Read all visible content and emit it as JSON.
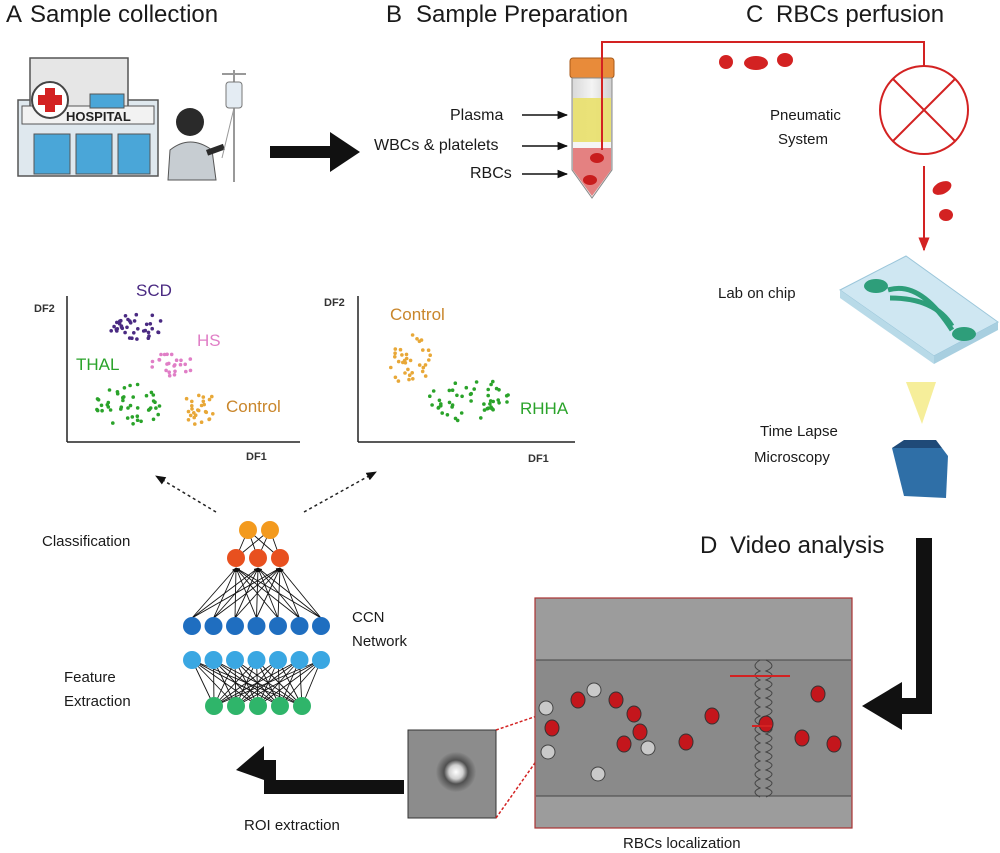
{
  "panels": {
    "a": {
      "letter": "A",
      "title": "Sample collection"
    },
    "b": {
      "letter": "B",
      "title": "Sample Preparation"
    },
    "c": {
      "letter": "C",
      "title": "RBCs  perfusion"
    },
    "d": {
      "letter": "D",
      "title": "Video analysis"
    }
  },
  "hospital_sign": "HOSPITAL",
  "tube_labels": {
    "plasma": "Plasma",
    "wbc": "WBCs & platelets",
    "rbc": "RBCs"
  },
  "perfusion": {
    "pneumatic_line1": "Pneumatic",
    "pneumatic_line2": "System",
    "chip": "Lab on chip",
    "microscopy_line1": "Time Lapse",
    "microscopy_line2": "Microscopy"
  },
  "scatter_left": {
    "ylabel": "DF2",
    "xlabel": "DF1",
    "groups": [
      "SCD",
      "HS",
      "THAL",
      "Control"
    ]
  },
  "scatter_right": {
    "ylabel": "DF2",
    "xlabel": "DF1",
    "groups": [
      "Control",
      "RHHA"
    ]
  },
  "network": {
    "classification": "Classification",
    "ccn_line1": "CCN",
    "ccn_line2": "Network",
    "feature_line1": "Feature",
    "feature_line2": "Extraction"
  },
  "roi": "ROI extraction",
  "localization": "RBCs localization",
  "colors": {
    "scd": "#4a2a82",
    "hs": "#e07ec6",
    "thal": "#2aa32a",
    "control": "#e8a838",
    "red": "#d32222",
    "node_dark": "#1f6ec0",
    "node_light": "#3aa7e2",
    "node_green": "#2fb56a",
    "node_red": "#e8501f",
    "node_orange": "#f39a1e"
  }
}
